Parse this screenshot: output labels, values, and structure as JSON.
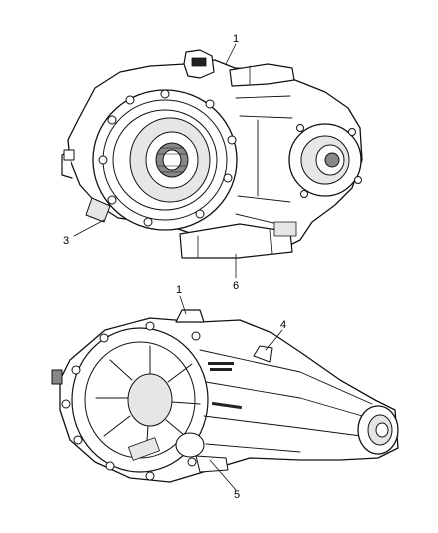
{
  "callouts": {
    "c1_top": "1",
    "c3": "3",
    "c6": "6",
    "c1_bottom": "1",
    "c4": "4",
    "c5": "5"
  },
  "parts": {
    "top_assembly": "transfer-case-front-view",
    "bottom_assembly": "transfer-case-rear-view"
  }
}
